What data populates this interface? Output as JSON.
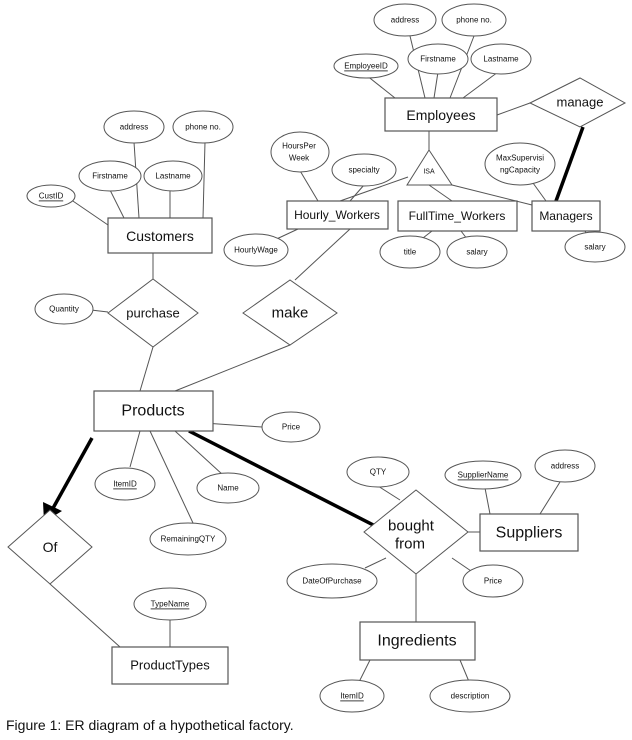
{
  "entities": {
    "employees": "Employees",
    "customers": "Customers",
    "hourly_workers": "Hourly_Workers",
    "fulltime_workers": "FullTime_Workers",
    "managers": "Managers",
    "products": "Products",
    "suppliers": "Suppliers",
    "ingredients": "Ingredients",
    "product_types": "ProductTypes"
  },
  "relationships": {
    "manage": "manage",
    "isa": "ISA",
    "purchase": "purchase",
    "make": "make",
    "of": "Of",
    "bought_from_1": "bought",
    "bought_from_2": "from"
  },
  "attributes": {
    "emp_address": "address",
    "emp_phone": "phone no.",
    "emp_id": "EmployeeID",
    "emp_firstname": "Firstname",
    "emp_lastname": "Lastname",
    "cust_address": "address",
    "cust_phone": "phone no.",
    "cust_firstname": "Firstname",
    "cust_lastname": "Lastname",
    "cust_id": "CustID",
    "hours_per_week_1": "HoursPer",
    "hours_per_week_2": "Week",
    "specialty": "specialty",
    "hourly_wage": "HourlyWage",
    "max_supervising_1": "MaxSupervisi",
    "max_supervising_2": "ngCapacity",
    "fulltime_title": "title",
    "fulltime_salary": "salary",
    "manager_salary": "salary",
    "quantity": "Quantity",
    "price_product": "Price",
    "item_id_product": "ItemID",
    "name": "Name",
    "remaining_qty": "RemainingQTY",
    "qty": "QTY",
    "supplier_name": "SupplierName",
    "supplier_address": "address",
    "date_of_purchase": "DateOfPurchase",
    "price_bought": "Price",
    "type_name": "TypeName",
    "item_id_ingredient": "ItemID",
    "description": "description"
  },
  "caption": "Figure 1: ER diagram of a hypothetical factory."
}
